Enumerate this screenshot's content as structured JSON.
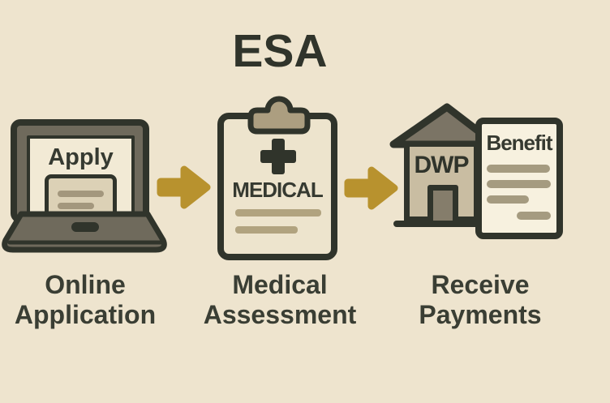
{
  "title": "ESA",
  "colors": {
    "background": "#EEE4CE",
    "outline": "#30342B",
    "caption_text": "#3A3E34",
    "arrow_gold": "#B8922E",
    "device_gray": "#6F6A5C",
    "roof_gray": "#7B7465",
    "paper_cream": "#F2EAD5",
    "house_tan": "#C9BDA2",
    "clip_tan": "#AC9E80",
    "form_tan": "#DCD1B6",
    "detail_line_tan": "#A59B80",
    "door_gray": "#857D6B"
  },
  "steps": [
    {
      "icon": "laptop-online-application-icon",
      "screen_text": "Apply",
      "caption": [
        "Online",
        "Application"
      ]
    },
    {
      "icon": "medical-clipboard-icon",
      "board_text": "MEDICAL",
      "caption": [
        "Medical",
        "Assessment"
      ]
    },
    {
      "icon": "dwp-building-benefit-letter-icon",
      "building_text": "DWP",
      "letter_text": "Benefit",
      "caption": [
        "Receive",
        "Payments"
      ]
    }
  ],
  "connectors": [
    {
      "icon": "arrow-right-icon"
    },
    {
      "icon": "arrow-right-icon"
    }
  ]
}
